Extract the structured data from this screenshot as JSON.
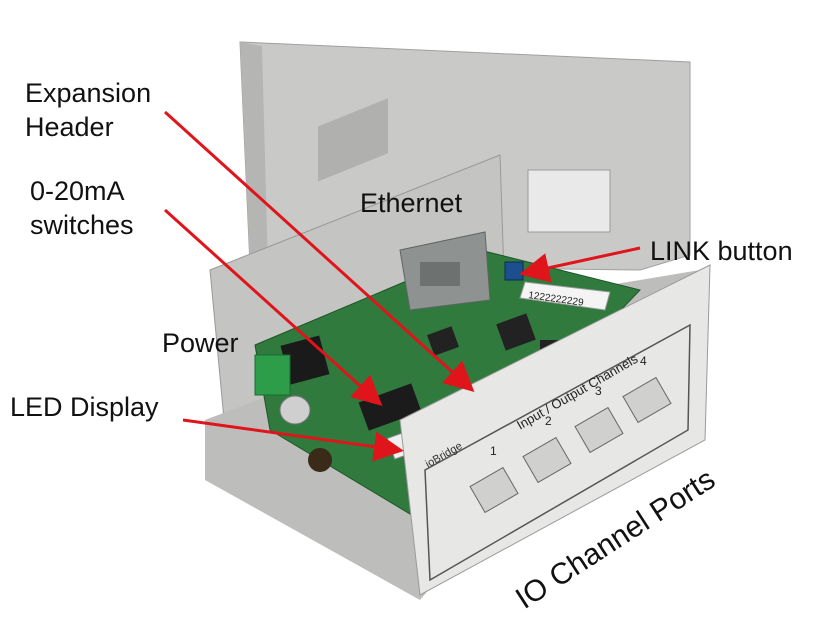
{
  "labels": {
    "expansion_line1": "Expansion",
    "expansion_line2": "Header",
    "switches_line1": "0-20mA",
    "switches_line2": "switches",
    "ethernet": "Ethernet",
    "link_button": "LINK button",
    "power": "Power",
    "led_display": "LED Display",
    "io_ports": "IO Channel Ports"
  },
  "device": {
    "brand": "ioBridge",
    "panel_title": "Input / Output Channels",
    "channels": [
      "1",
      "2",
      "3",
      "4"
    ],
    "serial": "1222222229"
  },
  "colors": {
    "arrow": "#e0141b",
    "enclosure": "#d8d8d6",
    "pcb": "#2f7a3c"
  }
}
